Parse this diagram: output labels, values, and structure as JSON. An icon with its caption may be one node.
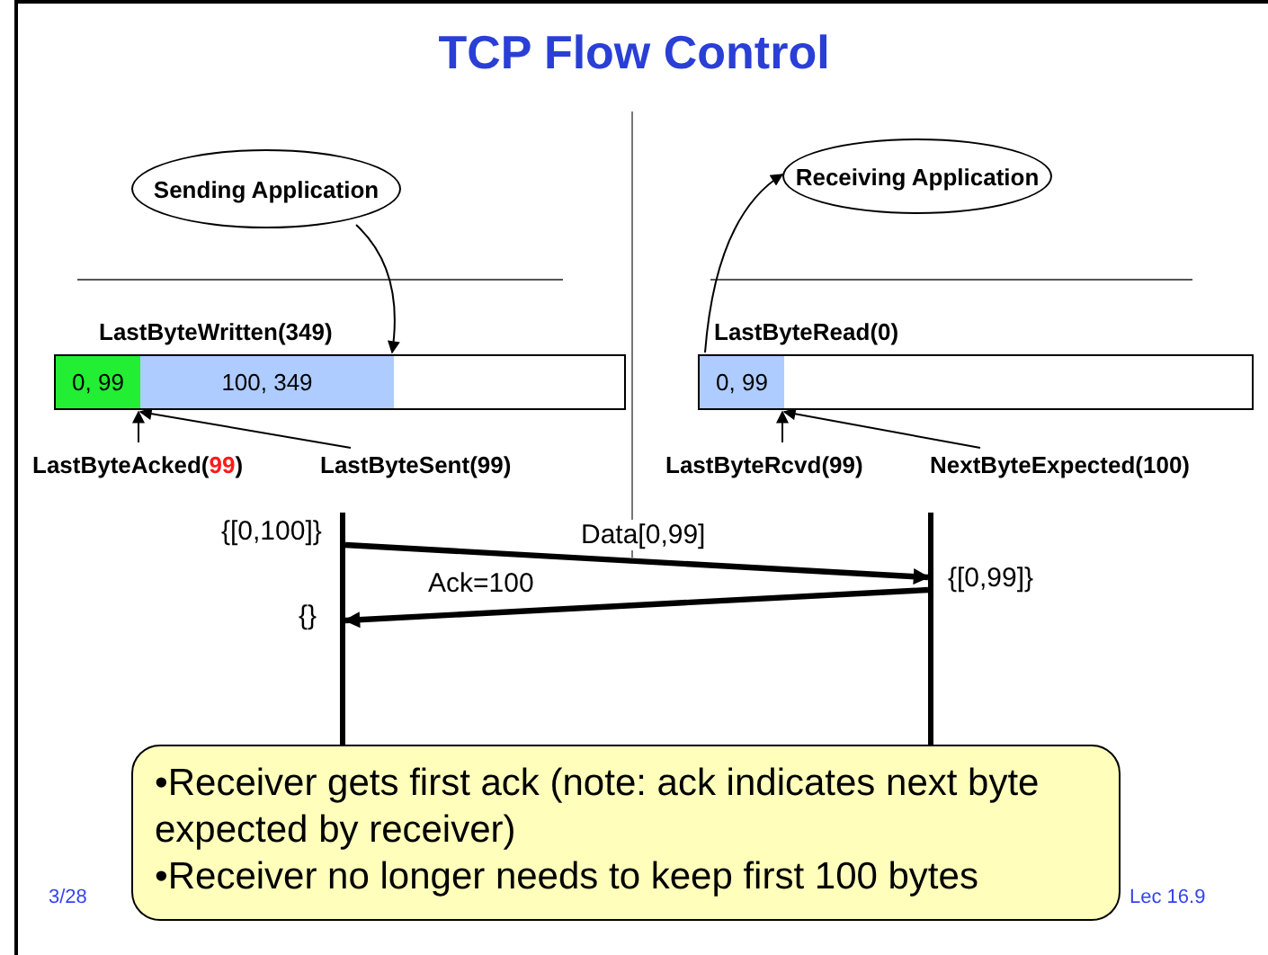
{
  "diagram": {
    "title": "TCP Flow Control",
    "nodes": [
      {
        "text": [
          "Sending Application"
        ]
      },
      {
        "text": [
          "Receiving Application"
        ]
      },
      {
        "text": [],
        "shape": "bar"
      },
      {
        "text": [
          "0, 99"
        ],
        "in": 2
      },
      {
        "text": [
          "100, 349"
        ],
        "in": 2
      },
      {
        "text": [],
        "shape": "bar"
      },
      {
        "text": [
          "0, 99"
        ],
        "in": 5
      },
      {
        "text": [
          "LastByteAcked(99)"
        ]
      },
      {
        "text": [
          "LastByteSent(99)"
        ]
      },
      {
        "text": [
          "LastByteRcvd(99)"
        ]
      },
      {
        "text": [
          "NextByteExpected(100)"
        ]
      },
      {
        "text": [],
        "shape": "bar"
      },
      {
        "text": [],
        "shape": "bar"
      },
      {
        "text": [
          "•Receiver gets first ack (note: ack indicates next byte expected by receiver)",
          "•Receiver no longer needs to keep first 100 bytes"
        ]
      }
    ],
    "edges": [
      {
        "from": 0,
        "to": 4,
        "arrow": "to"
      },
      {
        "from": 6,
        "to": 1,
        "arrow": "to"
      },
      {
        "from": 7,
        "to": 3,
        "arrow": "to"
      },
      {
        "from": 8,
        "to": 3,
        "arrow": "to"
      },
      {
        "from": 9,
        "to": 6,
        "arrow": "to"
      },
      {
        "from": 10,
        "to": 6,
        "arrow": "to"
      },
      {
        "from": 11,
        "to": 12,
        "label": "Data[0,99]",
        "arrow": "to",
        "style": "thick"
      },
      {
        "from": 12,
        "to": 11,
        "label": "Ack=100",
        "arrow": "to",
        "style": "thick"
      }
    ],
    "labels": [
      "LastByteWritten(349)",
      "LastByteRead(0)",
      "{[0,100]}",
      "{}",
      "{[0,99]}",
      "3/28",
      "Lec 16.9"
    ]
  }
}
